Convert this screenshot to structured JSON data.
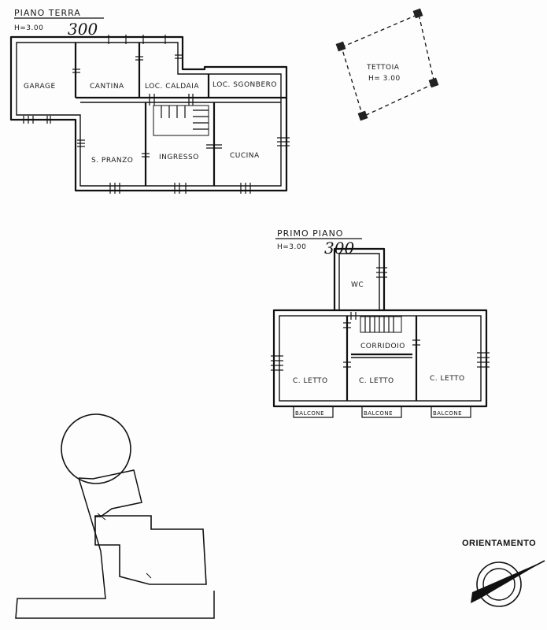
{
  "ground_floor": {
    "title": "PIANO TERRA",
    "height_label": "H=3.00",
    "height_handwritten": "300",
    "rooms": {
      "garage": "GARAGE",
      "cantina": "CANTINA",
      "caldaia": "LOC. CALDAIA",
      "sgombero": "LOC. SGONBERO",
      "pranzo": "S. PRANZO",
      "ingresso": "INGRESSO",
      "cucina": "CUCINA"
    }
  },
  "canopy": {
    "name": "TETTOIA",
    "height_label": "H= 3.00"
  },
  "first_floor": {
    "title": "PRIMO PIANO",
    "height_label": "H=3.00",
    "height_handwritten": "300",
    "rooms": {
      "wc": "WC",
      "corridoio": "CORRIDOIO",
      "letto_left": "C. LETTO",
      "letto_mid": "C. LETTO",
      "letto_right": "C. LETTO"
    },
    "balconies": [
      "BALCONE",
      "BALCONE",
      "BALCONE"
    ]
  },
  "orientation": {
    "label": "ORIENTAMENTO"
  },
  "colors": {
    "ink": "#111111",
    "paper": "#fdfdfd"
  }
}
